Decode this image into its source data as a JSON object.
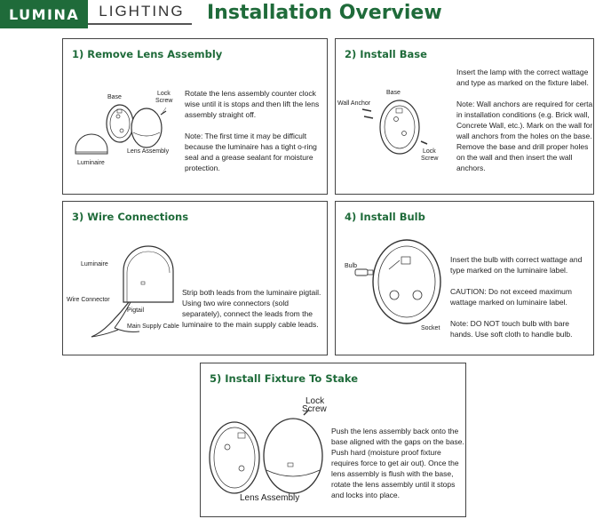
{
  "header": {
    "brand_left": "LUMINA",
    "brand_right": "LIGHTING",
    "title": "Installation Overview"
  },
  "steps": [
    {
      "title": "1) Remove Lens Assembly",
      "labels": {
        "base": "Base",
        "lock_screw_1": "Lock",
        "lock_screw_2": "Screw",
        "luminaire": "Luminaire",
        "lens_assembly": "Lens Assembly"
      },
      "text": "Rotate the lens assembly counter clock\nwise until it is stops and then lift the lens\nassembly straight off.\n\nNote: The first time it may be difficult\nbecause the luminaire has a tight o-ring\nseal and a grease sealant for moisture\nprotection."
    },
    {
      "title": "2) Install Base",
      "labels": {
        "base": "Base",
        "wall_anchor": "Wall Anchor",
        "lock_screw_1": "Lock",
        "lock_screw_2": "Screw"
      },
      "text": "Insert the lamp with the correct wattage\nand type as marked on the fixture label.\n\nNote: Wall anchors are required for certa\nin installation conditions (e.g. Brick wall,\nConcrete Wall, etc.). Mark on the wall for\nwall anchors from the holes on the base.\nRemove the base and drill proper holes\non the wall and then insert the wall\nanchors."
    },
    {
      "title": "3) Wire Connections",
      "labels": {
        "luminaire": "Luminaire",
        "wire_connector": "Wire Connector",
        "pigtail": "Pigtail",
        "main_supply_cable": "Main Supply Cable"
      },
      "text": "Strip both leads from the luminaire pigtail.\nUsing two wire connectors (sold\nseparately), connect the leads from the\nluminaire to the main supply cable leads."
    },
    {
      "title": "4) Install Bulb",
      "labels": {
        "bulb": "Bulb",
        "socket": "Socket"
      },
      "text": "Insert the bulb with correct wattage and\ntype marked on the luminaire label.\n\nCAUTION: Do not exceed maximum\nwattage marked on luminaire label.\n\nNote: DO NOT touch bulb with bare\nhands. Use soft cloth to handle bulb."
    },
    {
      "title": "5) Install Fixture To Stake",
      "labels": {
        "lock_screw_1": "Lock",
        "lock_screw_2": "Screw",
        "lens_assembly": "Lens Assembly"
      },
      "text": "Push the lens assembly back onto the\nbase aligned with the gaps on the base.\nPush hard (moisture proof fixture\nrequires force to get air out). Once the\nlens assembly is flush with the base,\nrotate the lens assembly until it stops\nand locks into place."
    }
  ],
  "colors": {
    "brand_green": "#1f6b3a",
    "border": "#444444",
    "drawing": "#333333"
  }
}
